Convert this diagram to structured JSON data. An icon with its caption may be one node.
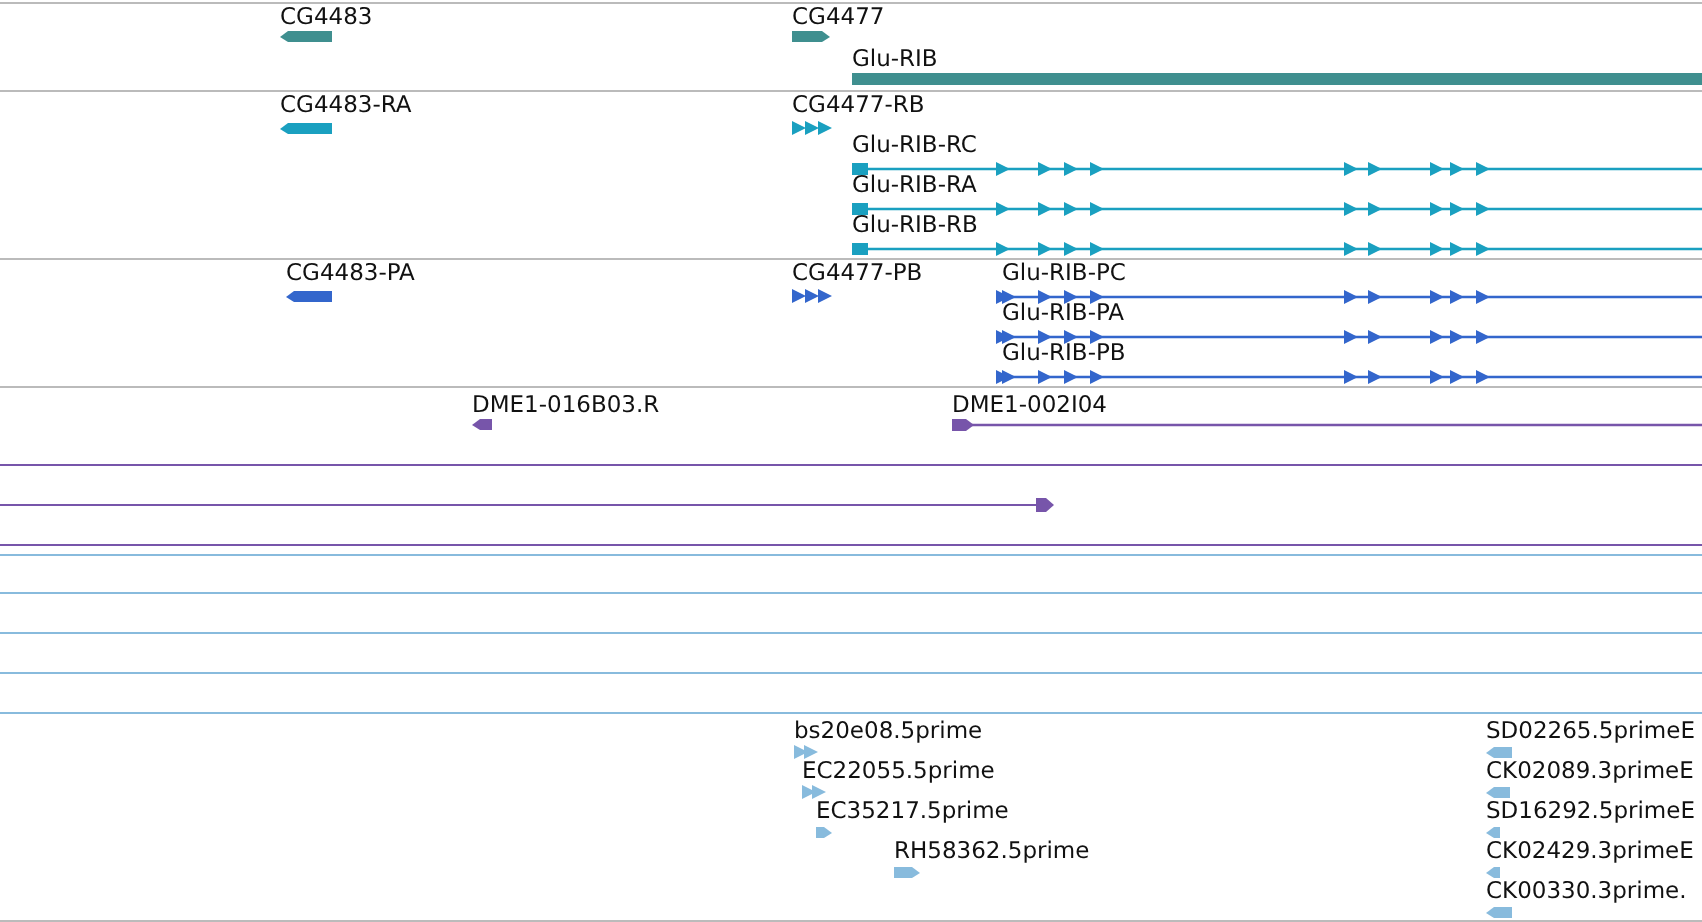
{
  "diagram": {
    "labels": [
      "CG4483",
      "CG4477",
      "Glu-RIB",
      "CG4483-RA",
      "CG4477-RB",
      "Glu-RIB-RC",
      "Glu-RIB-RA",
      "Glu-RIB-RB",
      "CG4483-PA",
      "CG4477-PB",
      "Glu-RIB-PC",
      "Glu-RIB-PA",
      "Glu-RIB-PB",
      "DME1-016B03.R",
      "DME1-002I04",
      "bs20e08.5prime",
      "SD02265.5primeE",
      "EC22055.5prime",
      "CK02089.3primeE",
      "EC35217.5prime",
      "SD16292.5primeE",
      "RH58362.5prime",
      "CK02429.3primeE",
      "CK00330.3prime."
    ]
  }
}
